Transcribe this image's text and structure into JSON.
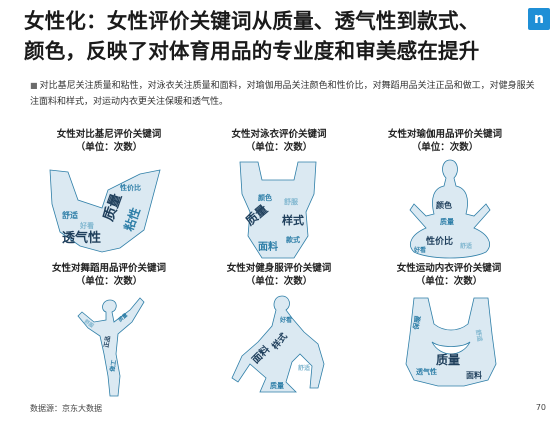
{
  "header": {
    "title_line1": "女性化：女性评价关键词从质量、透气性到款式、",
    "title_line2": "颜色，反映了对体育用品的专业度和审美感在提升",
    "logo_text": "n"
  },
  "summary": {
    "bullet": "■",
    "text": "对比基尼关注质量和粘性，对泳衣关注质量和面料，对瑜伽用品关注颜色和性价比，对舞蹈用品关注正品和做工，对健身服关注面料和样式，对运动内衣更关注保暖和透气性。"
  },
  "panels": [
    {
      "title": "女性对比基尼评价关键词",
      "unit": "（单位：次数）",
      "words": [
        "质量",
        "粘性",
        "透气性",
        "舒适",
        "好看",
        "性价比"
      ]
    },
    {
      "title": "女性对泳衣评价关键词",
      "unit": "（单位：次数）",
      "words": [
        "质量",
        "面料",
        "样式",
        "颜色",
        "舒服",
        "款式"
      ]
    },
    {
      "title": "女性对瑜伽用品评价关键词",
      "unit": "（单位：次数）",
      "words": [
        "颜色",
        "性价比",
        "质量",
        "舒适",
        "好看"
      ]
    },
    {
      "title": "女性对舞蹈用品评价关键词",
      "unit": "（单位：次数）",
      "words": [
        "正品",
        "做工",
        "质量",
        "舒服"
      ]
    },
    {
      "title": "女性对健身服评价关键词",
      "unit": "（单位：次数）",
      "words": [
        "面料",
        "样式",
        "质量",
        "舒适",
        "好看"
      ]
    },
    {
      "title": "女性运动内衣评价关键词",
      "unit": "（单位：次数）",
      "words": [
        "保暖",
        "透气性",
        "质量",
        "面料",
        "舒适"
      ]
    }
  ],
  "footer": {
    "source": "数据源：京东大数据",
    "page_number": "70"
  },
  "colors": {
    "cloud_dark": "#1f3f5c",
    "cloud_mid": "#2f7fa8",
    "cloud_light": "#7fb6cf",
    "logo": "#1f8fd6"
  }
}
